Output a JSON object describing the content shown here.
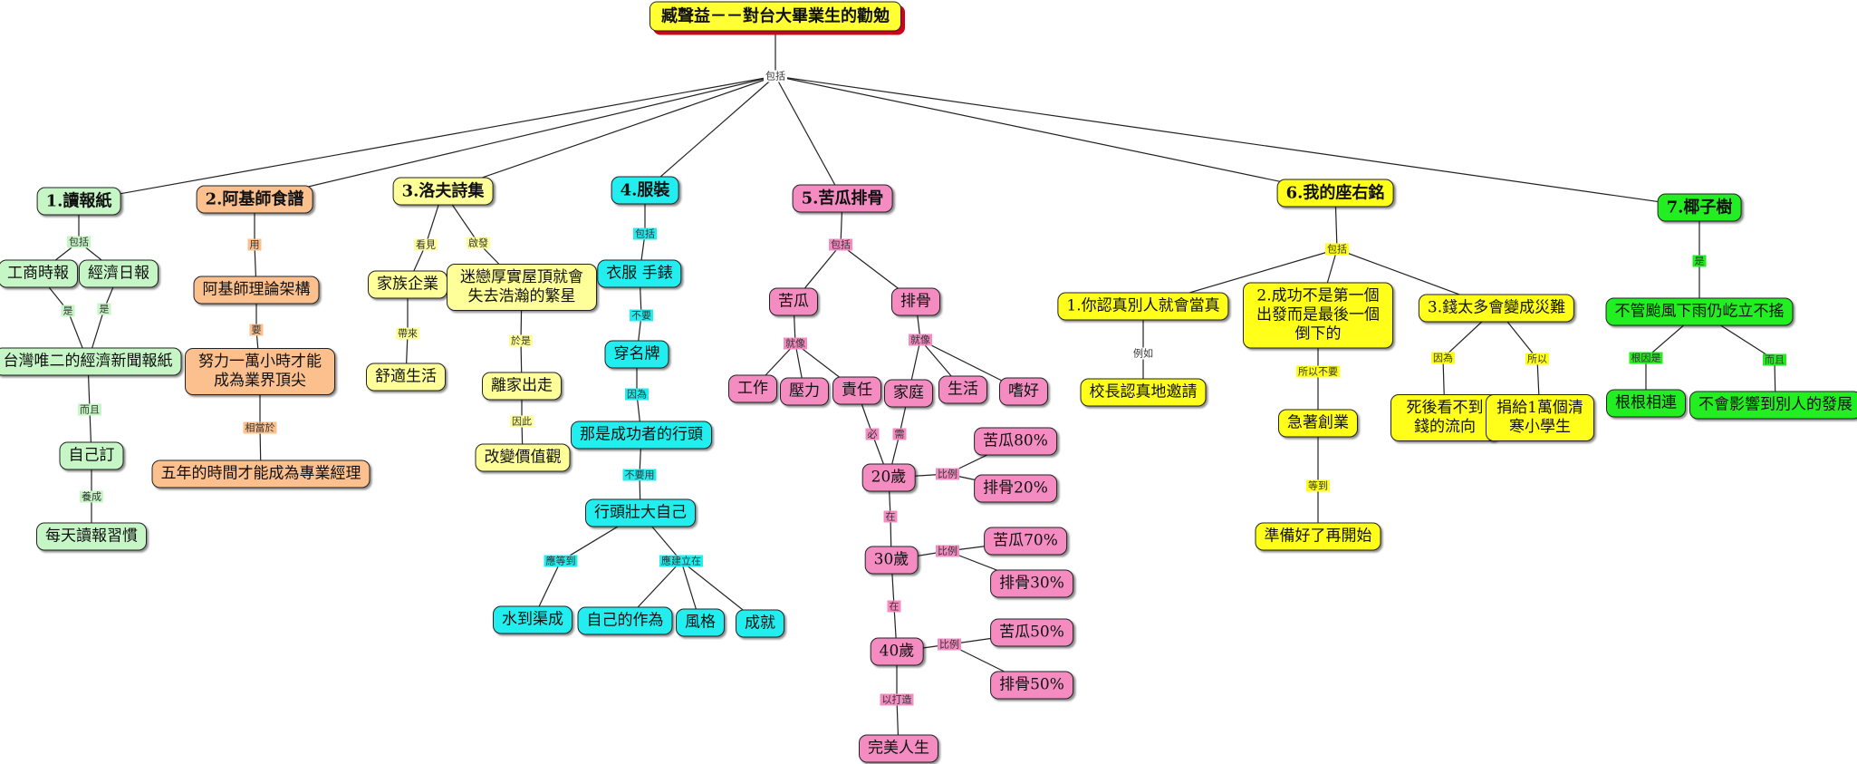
{
  "title": "臧聲益－－對台大畢業生的勸勉",
  "colors": {
    "title": "#ffff33",
    "green": "#c6f5c6",
    "orange": "#fbc08e",
    "yellow_light": "#ffff99",
    "cyan": "#22eef0",
    "pink": "#f48cc2",
    "yellow": "#ffff1a",
    "green_bright": "#22ee22",
    "white_label": "#ffffff"
  },
  "nodes": [
    {
      "id": "root",
      "text": "臧聲益－－對台大畢業生的勸勉",
      "color": "title",
      "kind": "title"
    },
    {
      "id": "c1",
      "text": "1.讀報紙",
      "color": "green",
      "kind": "cat"
    },
    {
      "id": "n_gs",
      "text": "工商時報",
      "color": "green"
    },
    {
      "id": "n_jj",
      "text": "經濟日報",
      "color": "green"
    },
    {
      "id": "n_tw",
      "text": "台灣唯二的經濟新聞報紙",
      "color": "green"
    },
    {
      "id": "n_zjd",
      "text": "自己訂",
      "color": "green"
    },
    {
      "id": "n_mt",
      "text": "每天讀報習慣",
      "color": "green"
    },
    {
      "id": "c2",
      "text": "2.阿基師食譜",
      "color": "orange",
      "kind": "cat"
    },
    {
      "id": "n_ajs",
      "text": "阿基師理論架構",
      "color": "orange"
    },
    {
      "id": "n_nl",
      "text": "努力一萬小時才能成為業界頂尖",
      "color": "orange",
      "multi": true,
      "w": 146
    },
    {
      "id": "n_5y",
      "text": "五年的時間才能成為專業經理",
      "color": "orange"
    },
    {
      "id": "c3",
      "text": "3.洛夫詩集",
      "color": "yellow_light",
      "kind": "cat"
    },
    {
      "id": "n_jz",
      "text": "家族企業",
      "color": "yellow_light"
    },
    {
      "id": "n_ss",
      "text": "舒適生活",
      "color": "yellow_light"
    },
    {
      "id": "n_ml",
      "text": "迷戀厚實屋頂就會失去浩瀚的繁星",
      "color": "yellow_light",
      "multi": true,
      "w": 146
    },
    {
      "id": "n_lj",
      "text": "離家出走",
      "color": "yellow_light"
    },
    {
      "id": "n_gb",
      "text": "改變價值觀",
      "color": "yellow_light"
    },
    {
      "id": "c4",
      "text": "4.服裝",
      "color": "cyan",
      "kind": "cat"
    },
    {
      "id": "n_yf",
      "text": "衣服 手錶",
      "color": "cyan"
    },
    {
      "id": "n_cmp",
      "text": "穿名牌",
      "color": "cyan"
    },
    {
      "id": "n_ns",
      "text": "那是成功者的行頭",
      "color": "cyan"
    },
    {
      "id": "n_xt",
      "text": "行頭壯大自己",
      "color": "cyan"
    },
    {
      "id": "n_sd",
      "text": "水到渠成",
      "color": "cyan"
    },
    {
      "id": "n_zj",
      "text": "自己的作為",
      "color": "cyan"
    },
    {
      "id": "n_fg",
      "text": "風格",
      "color": "cyan"
    },
    {
      "id": "n_cj",
      "text": "成就",
      "color": "cyan"
    },
    {
      "id": "c5",
      "text": "5.苦瓜排骨",
      "color": "pink",
      "kind": "cat"
    },
    {
      "id": "n_kg",
      "text": "苦瓜",
      "color": "pink"
    },
    {
      "id": "n_pg",
      "text": "排骨",
      "color": "pink"
    },
    {
      "id": "n_gz",
      "text": "工作",
      "color": "pink"
    },
    {
      "id": "n_yl",
      "text": "壓力",
      "color": "pink"
    },
    {
      "id": "n_zr",
      "text": "責任",
      "color": "pink"
    },
    {
      "id": "n_jt",
      "text": "家庭",
      "color": "pink"
    },
    {
      "id": "n_sh",
      "text": "生活",
      "color": "pink"
    },
    {
      "id": "n_sa",
      "text": "嗜好",
      "color": "pink"
    },
    {
      "id": "n_20",
      "text": "20歲",
      "color": "pink"
    },
    {
      "id": "n_k80",
      "text": "苦瓜80%",
      "color": "pink"
    },
    {
      "id": "n_p20",
      "text": "排骨20%",
      "color": "pink"
    },
    {
      "id": "n_30",
      "text": "30歲",
      "color": "pink"
    },
    {
      "id": "n_k70",
      "text": "苦瓜70%",
      "color": "pink"
    },
    {
      "id": "n_p30",
      "text": "排骨30%",
      "color": "pink"
    },
    {
      "id": "n_40",
      "text": "40歲",
      "color": "pink"
    },
    {
      "id": "n_k50",
      "text": "苦瓜50%",
      "color": "pink"
    },
    {
      "id": "n_p50",
      "text": "排骨50%",
      "color": "pink"
    },
    {
      "id": "n_wm",
      "text": "完美人生",
      "color": "pink"
    },
    {
      "id": "c6",
      "text": "6.我的座右銘",
      "color": "yellow",
      "kind": "cat"
    },
    {
      "id": "n_m1",
      "text": "1.你認真別人就會當真",
      "color": "yellow"
    },
    {
      "id": "n_xz",
      "text": "校長認真地邀請",
      "color": "yellow"
    },
    {
      "id": "n_m2",
      "text": "2.成功不是第一個出發而是最後一個倒下的",
      "color": "yellow",
      "multi": true,
      "w": 146
    },
    {
      "id": "n_jzcy",
      "text": "急著創業",
      "color": "yellow"
    },
    {
      "id": "n_zb",
      "text": "準備好了再開始",
      "color": "yellow"
    },
    {
      "id": "n_m3",
      "text": "3.錢太多會變成災難",
      "color": "yellow"
    },
    {
      "id": "n_sh2",
      "text": "死後看不到錢的流向",
      "color": "yellow",
      "multi": true,
      "w": 100
    },
    {
      "id": "n_jg",
      "text": "捐給1萬個清寒小學生",
      "color": "yellow",
      "multi": true,
      "w": 100
    },
    {
      "id": "c7",
      "text": "7.椰子樹",
      "color": "green_bright",
      "kind": "cat"
    },
    {
      "id": "n_bg",
      "text": "不管颱風下雨仍屹立不搖",
      "color": "green_bright"
    },
    {
      "id": "n_ggx",
      "text": "根根相連",
      "color": "green_bright"
    },
    {
      "id": "n_byx",
      "text": "不會影響到別人的發展",
      "color": "green_bright"
    }
  ],
  "link_labels": [
    {
      "id": "l_root",
      "text": "包括",
      "color": "white_label"
    },
    {
      "id": "l1_a",
      "text": "包括",
      "color": "green"
    },
    {
      "id": "l1_b",
      "text": "是",
      "color": "green"
    },
    {
      "id": "l1_c",
      "text": "是",
      "color": "green"
    },
    {
      "id": "l1_d",
      "text": "而且",
      "color": "green"
    },
    {
      "id": "l1_e",
      "text": "養成",
      "color": "green"
    },
    {
      "id": "l2_a",
      "text": "用",
      "color": "orange"
    },
    {
      "id": "l2_b",
      "text": "要",
      "color": "orange"
    },
    {
      "id": "l2_c",
      "text": "相當於",
      "color": "orange"
    },
    {
      "id": "l3_a",
      "text": "看見",
      "color": "yellow_light"
    },
    {
      "id": "l3_b",
      "text": "啟發",
      "color": "yellow_light"
    },
    {
      "id": "l3_c",
      "text": "帶來",
      "color": "yellow_light"
    },
    {
      "id": "l3_d",
      "text": "於是",
      "color": "yellow_light"
    },
    {
      "id": "l3_e",
      "text": "因此",
      "color": "yellow_light"
    },
    {
      "id": "l4_a",
      "text": "包括",
      "color": "cyan"
    },
    {
      "id": "l4_b",
      "text": "不要",
      "color": "cyan"
    },
    {
      "id": "l4_c",
      "text": "因為",
      "color": "cyan"
    },
    {
      "id": "l4_d",
      "text": "不要用",
      "color": "cyan"
    },
    {
      "id": "l4_e",
      "text": "應等到",
      "color": "cyan"
    },
    {
      "id": "l4_f",
      "text": "應建立在",
      "color": "cyan"
    },
    {
      "id": "l5_a",
      "text": "包括",
      "color": "pink"
    },
    {
      "id": "l5_b",
      "text": "就像",
      "color": "pink"
    },
    {
      "id": "l5_c",
      "text": "就像",
      "color": "pink"
    },
    {
      "id": "l5_d",
      "text": "必",
      "color": "pink"
    },
    {
      "id": "l5_e",
      "text": "需",
      "color": "pink"
    },
    {
      "id": "l5_f",
      "text": "比例",
      "color": "pink"
    },
    {
      "id": "l5_g",
      "text": "在",
      "color": "pink"
    },
    {
      "id": "l5_h",
      "text": "比例",
      "color": "pink"
    },
    {
      "id": "l5_i",
      "text": "在",
      "color": "pink"
    },
    {
      "id": "l5_j",
      "text": "比例",
      "color": "pink"
    },
    {
      "id": "l5_k",
      "text": "以打造",
      "color": "pink"
    },
    {
      "id": "l6_a",
      "text": "包括",
      "color": "yellow"
    },
    {
      "id": "l6_b",
      "text": "例如",
      "color": "white_label"
    },
    {
      "id": "l6_c",
      "text": "所以不要",
      "color": "yellow"
    },
    {
      "id": "l6_d",
      "text": "等到",
      "color": "yellow"
    },
    {
      "id": "l6_e",
      "text": "因為",
      "color": "yellow"
    },
    {
      "id": "l6_f",
      "text": "所以",
      "color": "yellow"
    },
    {
      "id": "l7_a",
      "text": "是",
      "color": "green_bright"
    },
    {
      "id": "l7_b",
      "text": "根因是",
      "color": "green_bright"
    },
    {
      "id": "l7_c",
      "text": "而且",
      "color": "green_bright"
    }
  ]
}
